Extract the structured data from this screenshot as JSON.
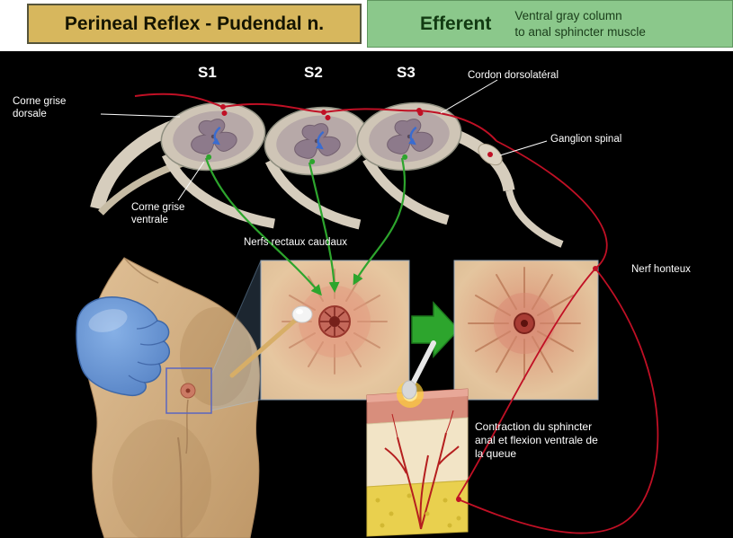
{
  "header": {
    "left_title": "Perineal Reflex - Pudendal n.",
    "right_title": "Efferent",
    "right_desc": "Ventral gray column\nto anal sphincter muscle"
  },
  "segments": [
    "S1",
    "S2",
    "S3"
  ],
  "labels": {
    "cordon_dorsolateral": "Cordon dorsolatéral",
    "corne_grise_dorsale": "Corne grise\ndorsale",
    "ganglion_spinal": "Ganglion spinal",
    "corne_grise_ventrale": "Corne grise\nventrale",
    "nerfs_rectaux_caudaux": "Nerfs rectaux caudaux",
    "nerf_honteux": "Nerf honteux",
    "contraction": "Contraction du sphincter\nanal et flexion ventrale de\nla queue"
  },
  "colors": {
    "banner_left_bg": "#d7b75d",
    "banner_right_bg": "#8bc88b",
    "background": "#000000",
    "afferent_red": "#c01025",
    "efferent_green": "#2da52d",
    "glove_blue": "#5f8ed2"
  }
}
